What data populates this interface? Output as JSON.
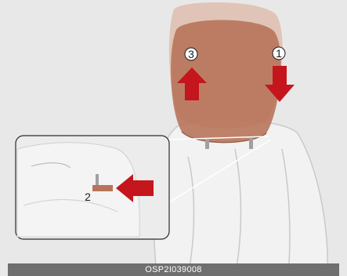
{
  "callouts": {
    "step_1": "1",
    "step_2": "2",
    "step_3": "3"
  },
  "caption": "OSP2I039008",
  "colors": {
    "background": "#e8e8e8",
    "arrow": "#c4161c",
    "headrest": "#b8745a",
    "caption_bar": "#6f6f6f"
  },
  "icons": [
    "arrow-down-icon",
    "arrow-up-icon",
    "arrow-left-icon"
  ]
}
